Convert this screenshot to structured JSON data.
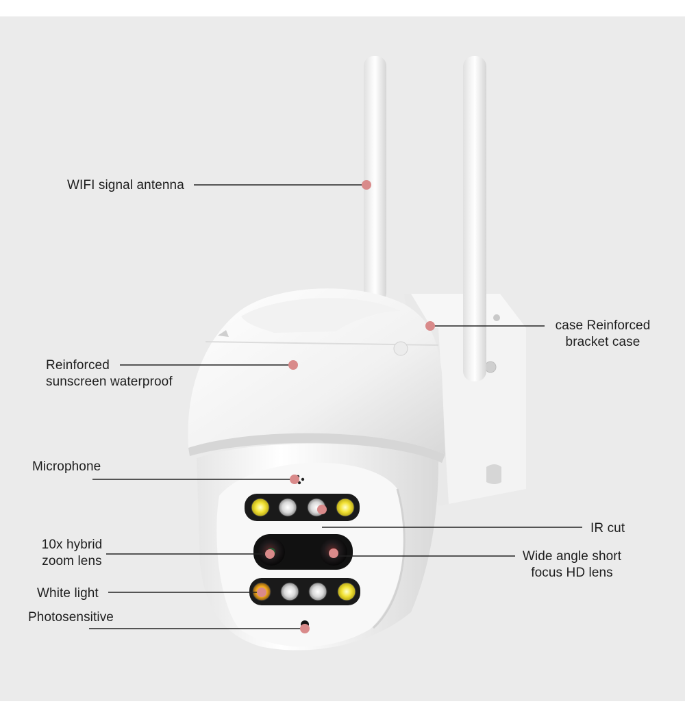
{
  "labels": {
    "antenna": "WIFI signal antenna",
    "bracket": "case Reinforced\nbracket case",
    "sunscreen": "Reinforced\nsunscreen waterproof",
    "microphone": "Microphone",
    "ir_cut": "IR cut",
    "zoom_lens": "10x hybrid\nzoom lens",
    "wide_lens": "Wide angle short\nfocus HD lens",
    "white_light": "White light",
    "photosensitive": "Photosensitive"
  },
  "colors": {
    "background": "#ebebeb",
    "marker": "#d98a8a",
    "leader_line": "#222222",
    "camera_body": "#f7f7f7",
    "led_yellow": "#f2e233",
    "led_white": "#d9d9d9"
  }
}
